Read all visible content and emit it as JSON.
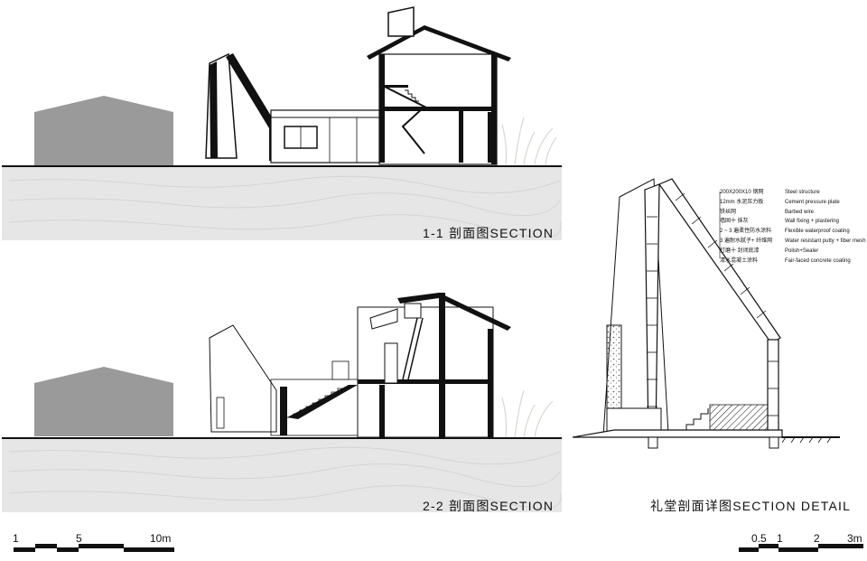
{
  "sections": [
    {
      "number": "1-1",
      "cn": "剖面图",
      "en": "SECTION"
    },
    {
      "number": "2-2",
      "cn": "剖面图",
      "en": "SECTION"
    }
  ],
  "detail": {
    "cn": "礼堂剖面详图",
    "en": "SECTION DETAIL"
  },
  "scale_left": [
    "1",
    "5",
    "10m"
  ],
  "scale_right": [
    "0.5",
    "1",
    "2",
    "3m"
  ],
  "legend": [
    {
      "spec": "200X200X10 钢网",
      "en": "Steel structure"
    },
    {
      "spec": "12mm 水泥压力板",
      "en": "Cement pressure plate"
    },
    {
      "spec": "铁丝网",
      "en": "Barbed wire"
    },
    {
      "spec": "墙固十 抹灰",
      "en": "Wall fixing + plastering"
    },
    {
      "spec": "2 ~ 3 遍柔性防水涂料",
      "en": "Flexible waterproof coating"
    },
    {
      "spec": "3 遍耐水腻子+ 纤维网",
      "en": "Water resistant putty + fiber mesh"
    },
    {
      "spec": "打磨十 封闭底漆",
      "en": "Polish+Sealer"
    },
    {
      "spec": "清水混凝土涂料",
      "en": "Fair-faced concrete coating"
    }
  ],
  "colors": {
    "ground": "#e6e6e6",
    "neighbor": "#9a9a9a",
    "line": "#111111",
    "grass": "#d8d8d0"
  }
}
